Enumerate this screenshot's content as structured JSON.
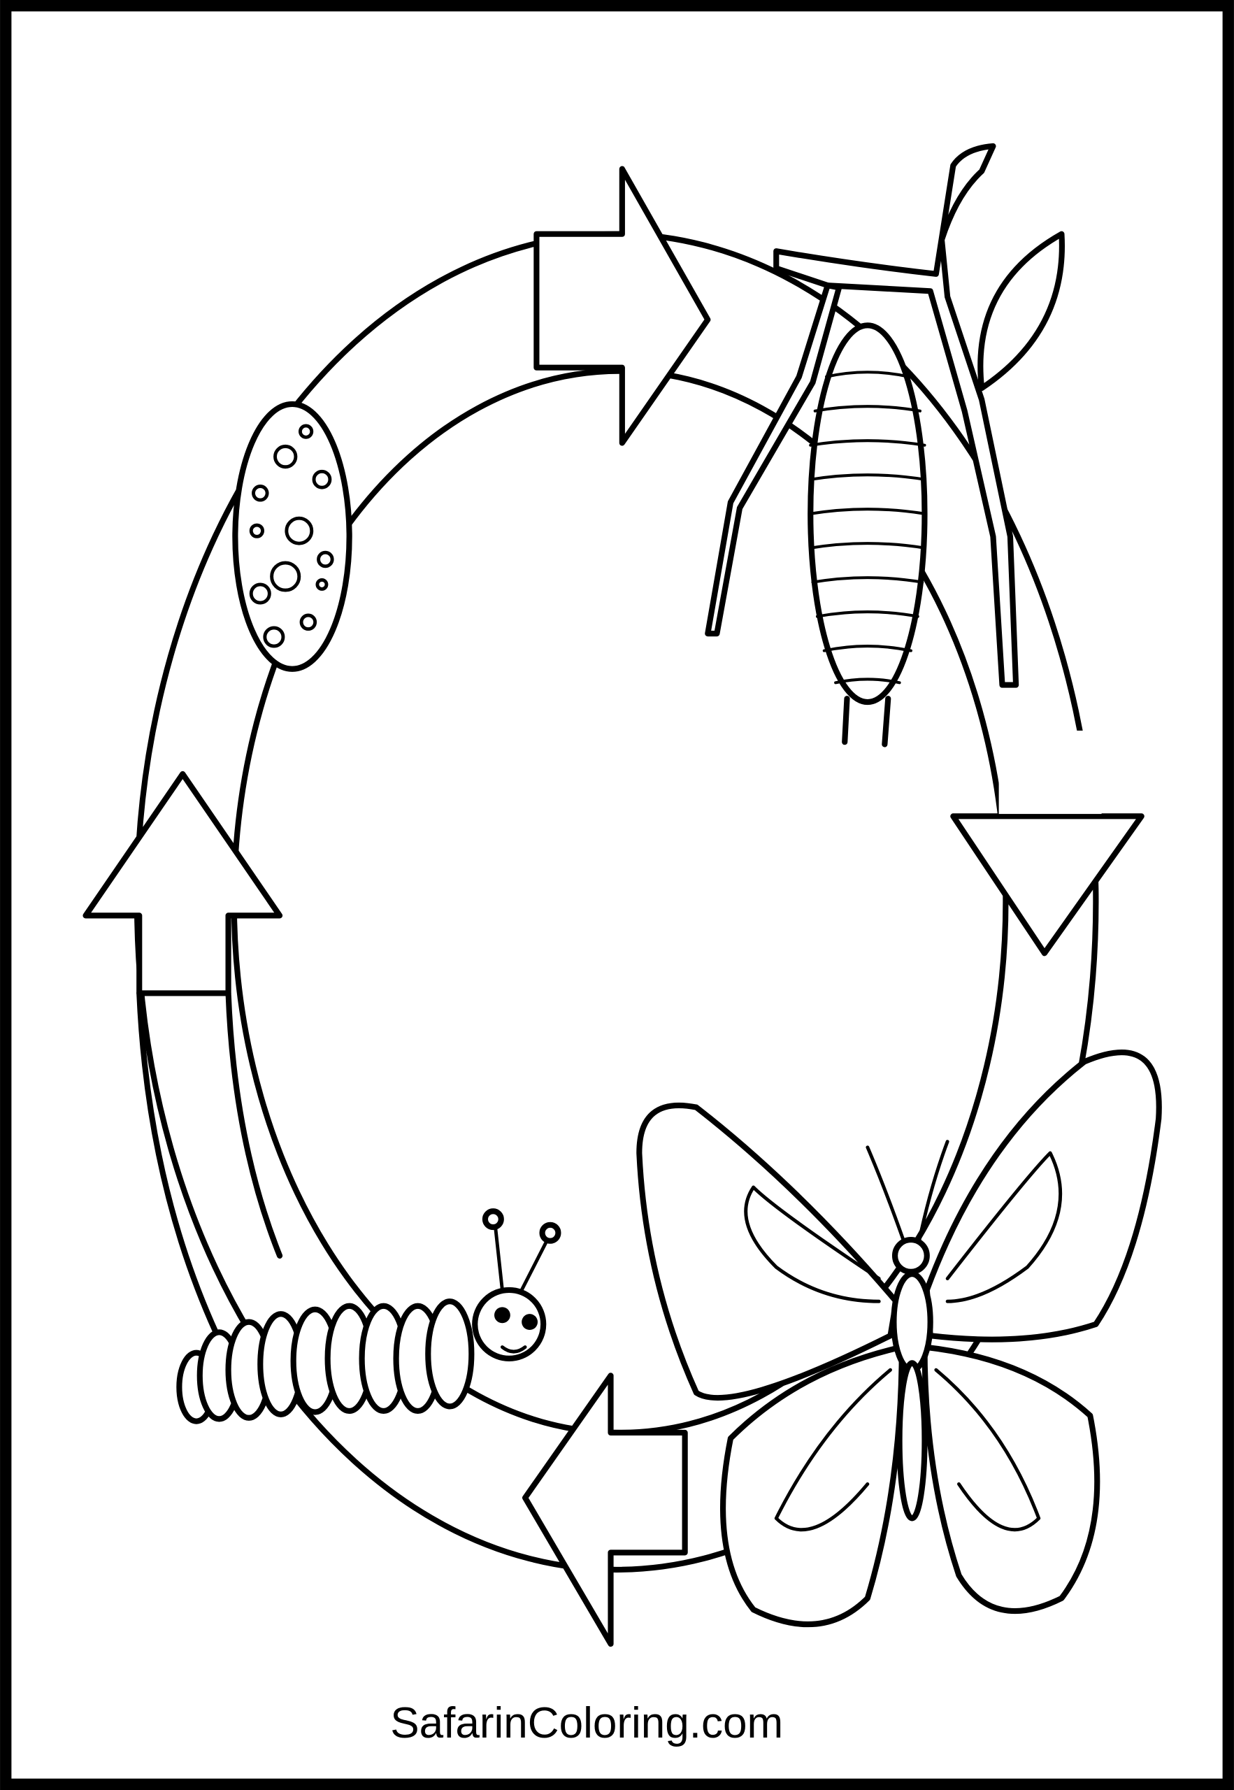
{
  "watermark": "SafarinColoring.com",
  "colors": {
    "line": "#000000",
    "background": "#ffffff"
  },
  "stages": [
    "egg",
    "caterpillar",
    "chrysalis",
    "butterfly"
  ]
}
